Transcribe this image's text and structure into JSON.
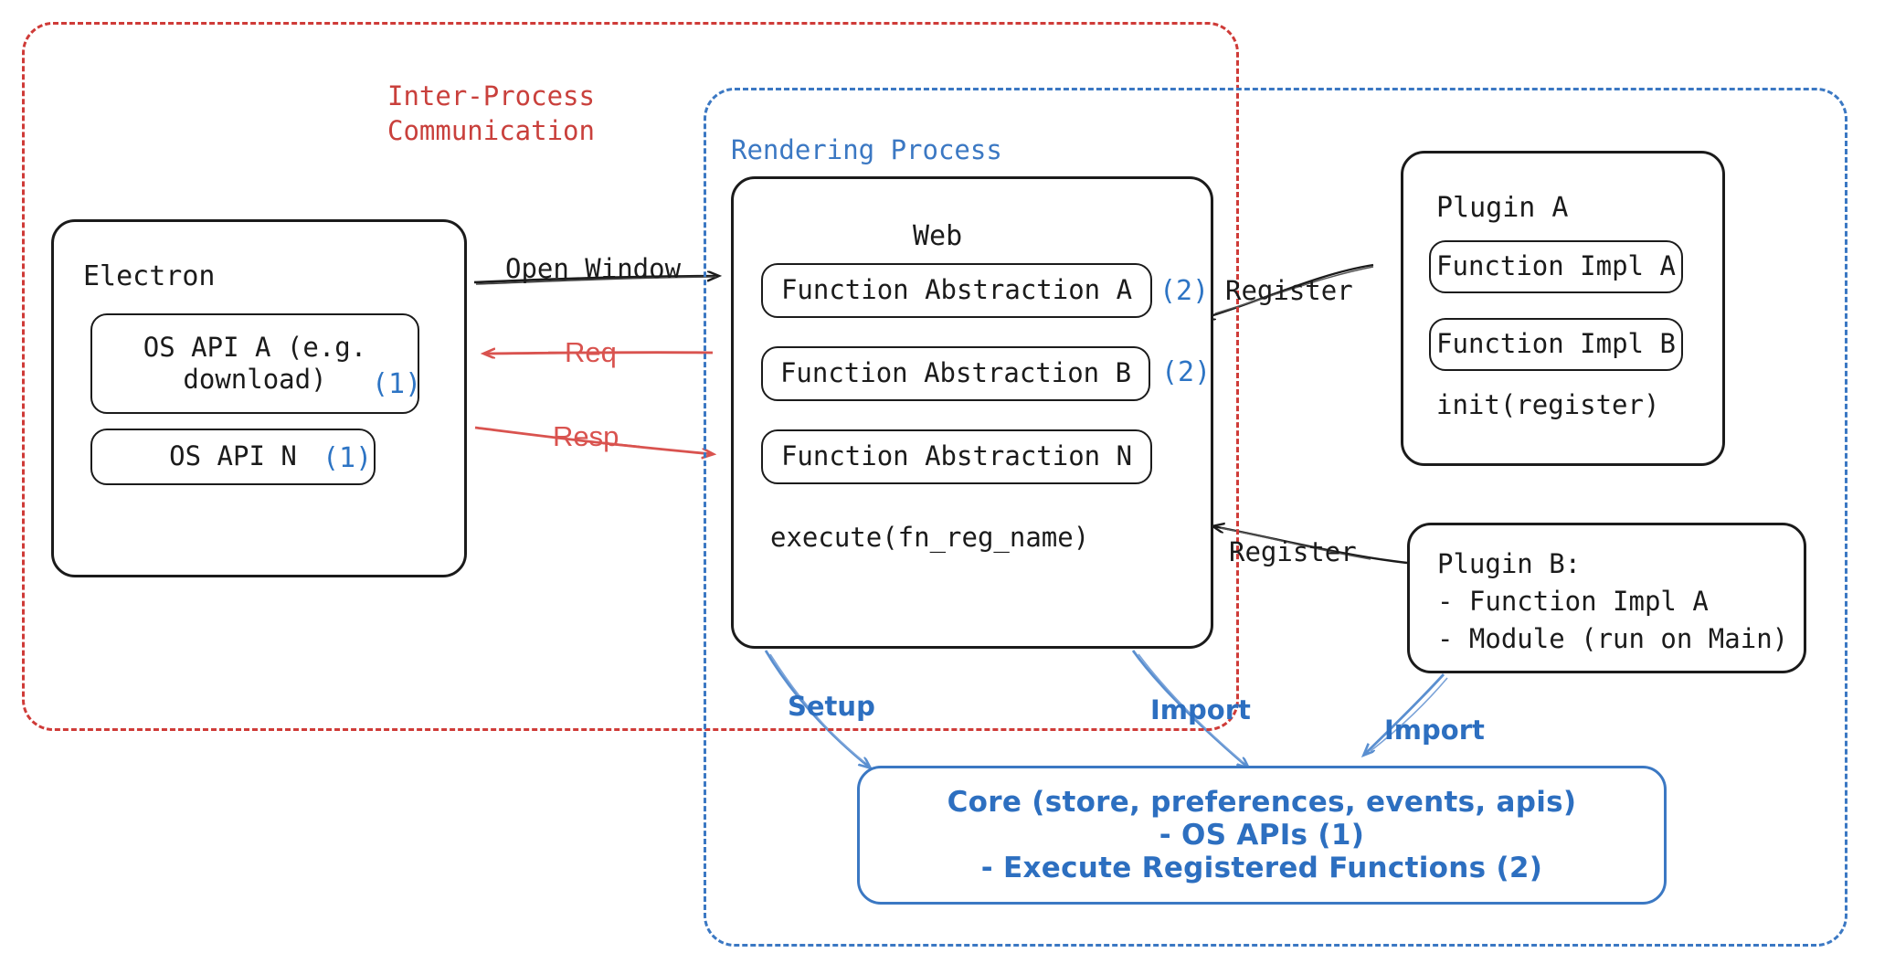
{
  "diagram": {
    "title": "Electron plugin architecture",
    "colors": {
      "ipc_red": "#c9403c",
      "render_blue": "#3b78c3",
      "badge_blue": "#2d74c4",
      "ink": "#1b1b1b",
      "arrow_red": "#d9534f",
      "arrow_blue": "#5a8fd0"
    }
  },
  "groups": {
    "ipc": {
      "label": "Inter-Process\nCommunication"
    },
    "rendering": {
      "label": "Rendering Process"
    }
  },
  "electron": {
    "title": "Electron",
    "apis": [
      {
        "label": "OS API A (e.g.\ndownload)",
        "badge": "(1)"
      },
      {
        "label": "OS API N",
        "badge": "(1)"
      }
    ]
  },
  "web": {
    "title": "Web",
    "abstractions": [
      {
        "label": "Function Abstraction A",
        "badge": "(2)"
      },
      {
        "label": "Function Abstraction B",
        "badge": "(2)"
      },
      {
        "label": "Function Abstraction N",
        "badge": ""
      }
    ],
    "footer": "execute(fn_reg_name)"
  },
  "plugin_a": {
    "title": "Plugin A",
    "items": [
      "Function Impl A",
      "Function Impl B"
    ],
    "footer": "init(register)"
  },
  "plugin_b": {
    "text": "Plugin B:\n- Function Impl A\n- Module (run on Main)"
  },
  "core": {
    "lines": [
      "Core (store, preferences, events, apis)",
      "- OS APIs (1)",
      "- Execute Registered Functions (2)"
    ]
  },
  "edges": {
    "open_window": "Open Window",
    "req": "Req",
    "resp": "Resp",
    "register_a": "Register",
    "register_b": "Register",
    "setup": "Setup",
    "import_web": "Import",
    "import_plugin_b": "Import"
  }
}
